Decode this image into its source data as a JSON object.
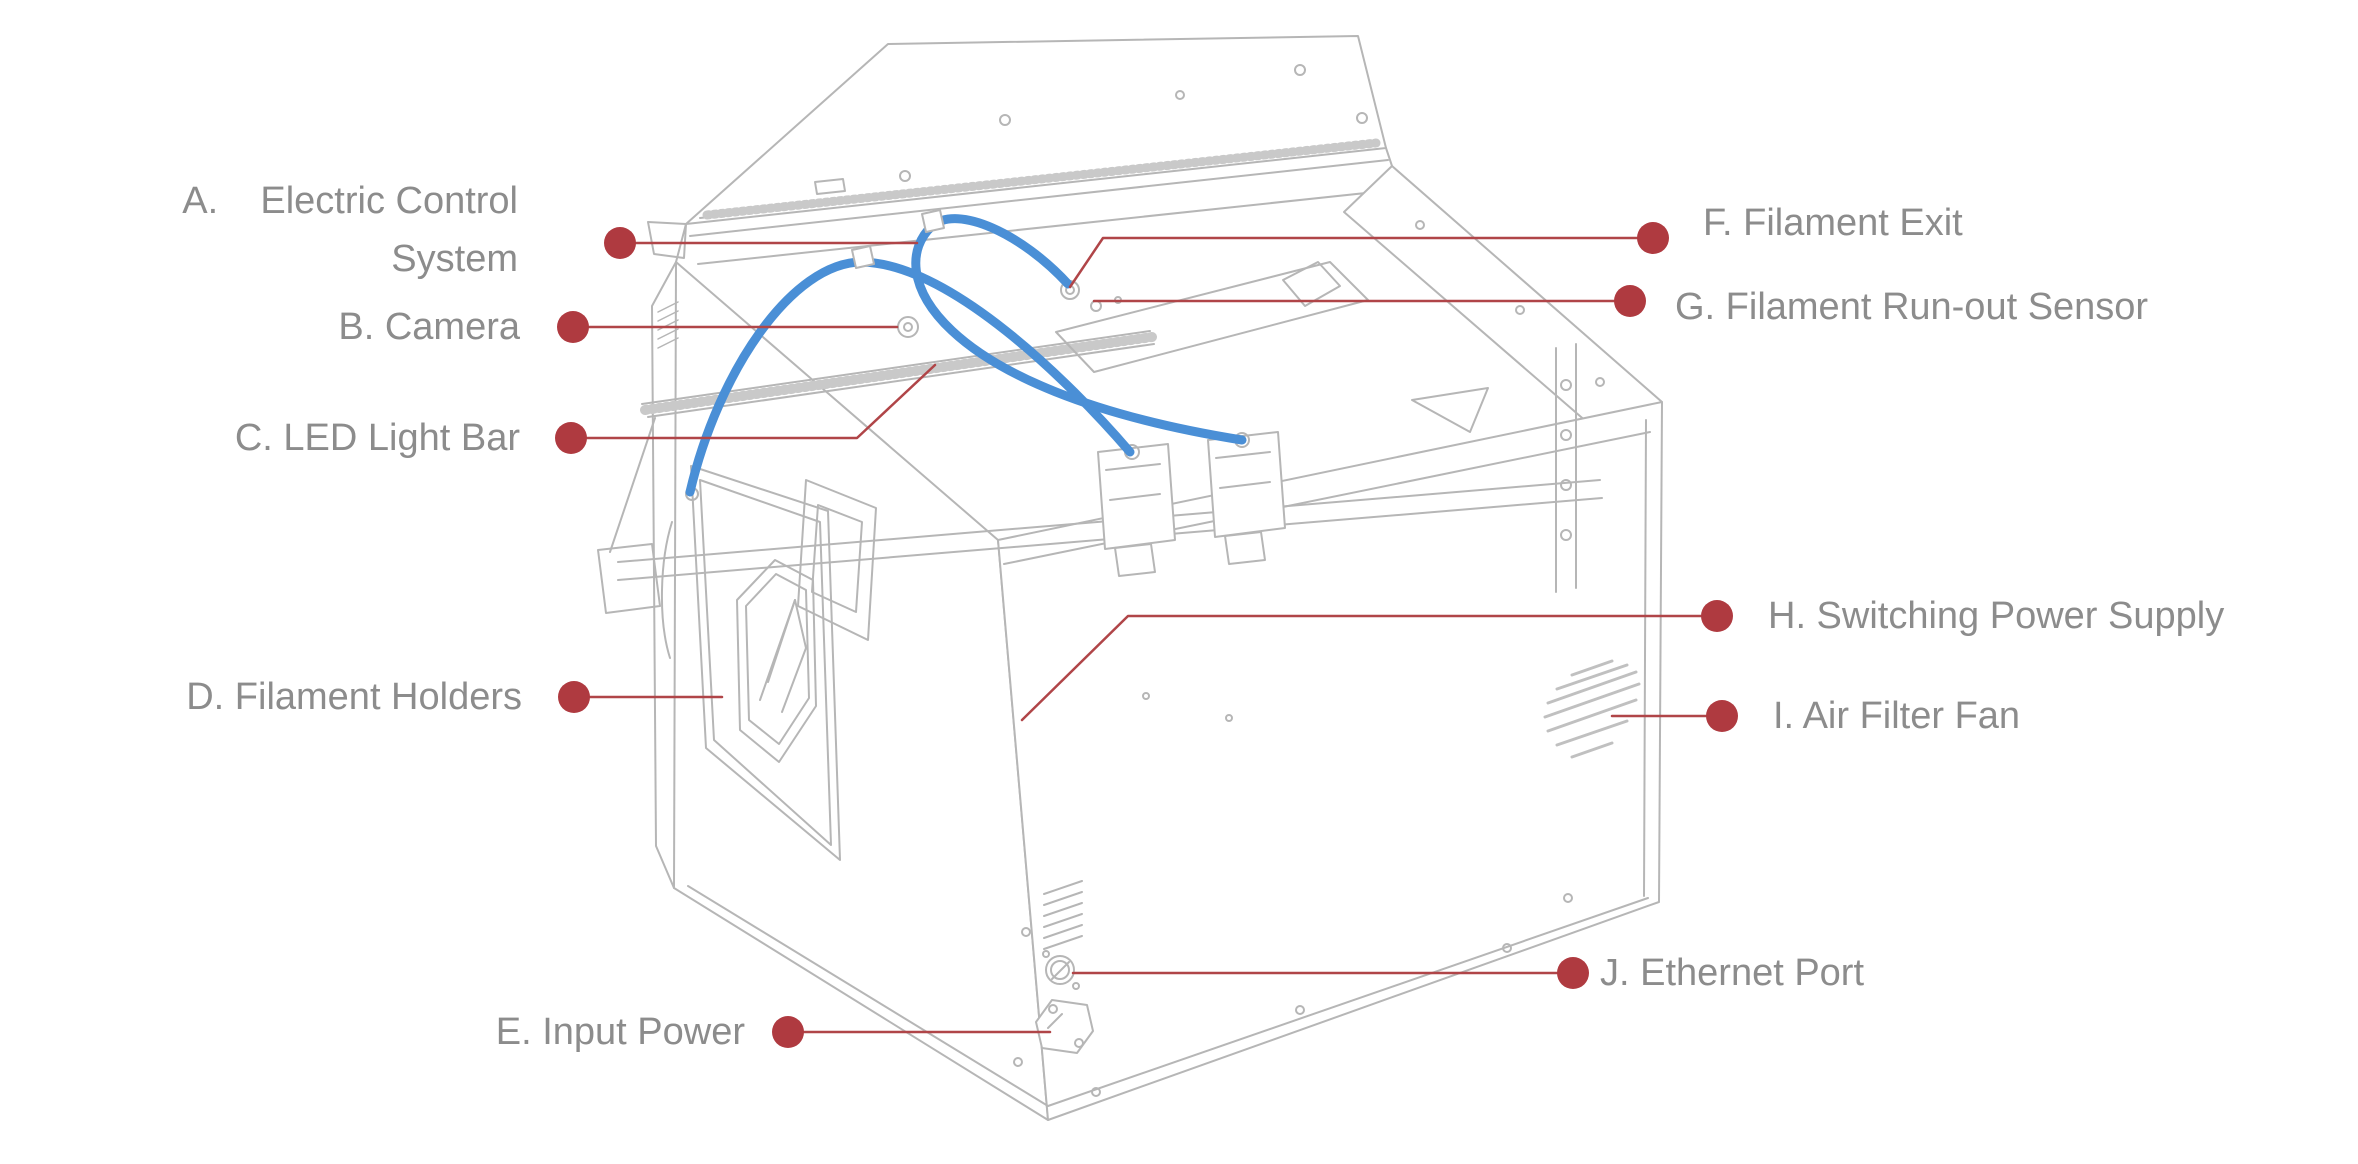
{
  "diagram": {
    "subject": "3D printer annotated parts illustration",
    "colors": {
      "callout_dot_red": "#af3a40",
      "callout_line_red": "#b04548",
      "label_text_gray": "#8c8c8c",
      "line_art_gray": "#b6b6b6",
      "filament_tube_blue": "#4a8fd6",
      "background": "#ffffff"
    },
    "callouts": [
      {
        "id": "A",
        "label": "A.    Electric Control\nSystem"
      },
      {
        "id": "B",
        "label": "B. Camera"
      },
      {
        "id": "C",
        "label": "C. LED Light Bar"
      },
      {
        "id": "D",
        "label": "D. Filament Holders"
      },
      {
        "id": "E",
        "label": "E. Input Power"
      },
      {
        "id": "F",
        "label": "F. Filament Exit"
      },
      {
        "id": "G",
        "label": "G. Filament Run-out Sensor"
      },
      {
        "id": "H",
        "label": "H. Switching Power Supply"
      },
      {
        "id": "I",
        "label": "I. Air Filter Fan"
      },
      {
        "id": "J",
        "label": "J. Ethernet Port"
      }
    ]
  }
}
